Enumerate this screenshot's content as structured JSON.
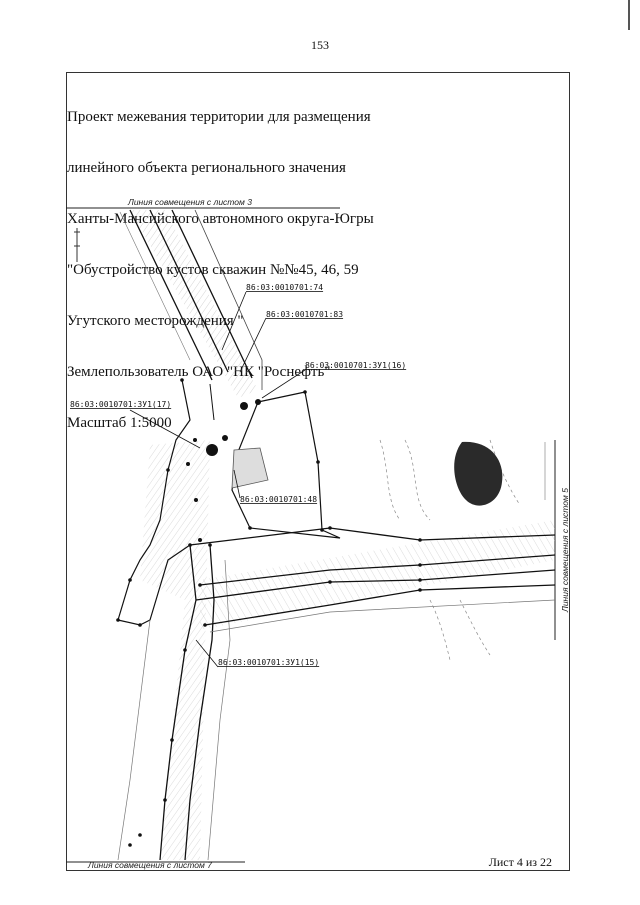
{
  "page_number": "153",
  "title_lines": [
    "Проект межевания территории для размещения",
    "линейного объекта регионального значения",
    "Ханты-Мансийского автономного округа-Югры",
    "\"Обустройство кустов скважин №№45, 46, 59",
    "Угутского месторождения \"",
    "Землепользователь ОАО \"НК \"Роснефть\"",
    "Масштаб 1:5000"
  ],
  "seam_labels": {
    "top": "Линия совмещения с листом 3",
    "right": "Линия совмещения с листом 5",
    "bottom": "Линия совмещения с листом 7"
  },
  "parcel_labels": [
    "86:03:0010701:74",
    "86:03:0010701:83",
    "86:03:0010701:ЗУ1(16)",
    "86:03:0010701:ЗУ1(17)",
    "86:03:0010701:48",
    "86:03:0010701:ЗУ1(15)"
  ],
  "sheet_counter": "Лист 4 из  22"
}
